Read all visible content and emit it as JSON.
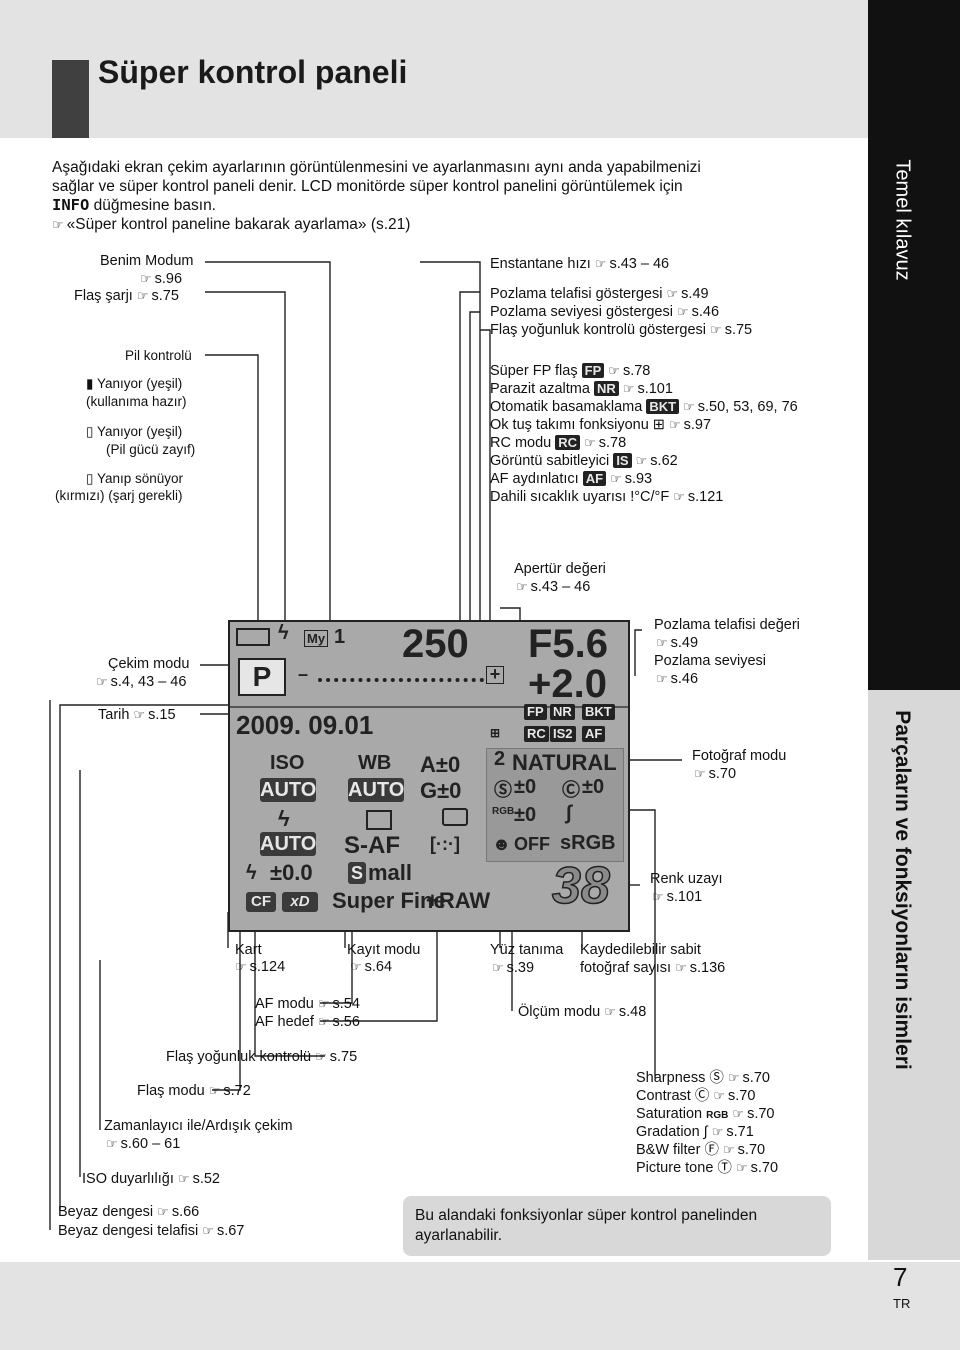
{
  "header": {
    "title": "Süper kontrol paneli"
  },
  "intro": {
    "line1": "Aşağıdaki ekran çekim ayarlarının görüntülenmesini ve ayarlanmasını aynı anda yapabilmenizi",
    "line2": "sağlar ve süper kontrol paneli denir. LCD monitörde süper kontrol panelini görüntülemek için",
    "line3_key": "INFO",
    "line3_rest": " düğmesine basın.",
    "line4": "«Süper kontrol paneline bakarak ayarlama» (s.21)"
  },
  "sidebar": {
    "top_label": "Temel kılavuz",
    "bottom_label": "Parçaların ve fonksiyonların isimleri"
  },
  "footer": {
    "page_number": "7",
    "language": "TR"
  },
  "note": "Bu alandaki fonksiyonlar süper kontrol panelinden ayarlanabilir.",
  "left_labels": {
    "benim_modum": "Benim Modum",
    "benim_modum_ref": "s.96",
    "flas_sarji": "Flaş şarjı",
    "flas_sarji_ref": "s.75",
    "pil_kontrolu": "Pil kontrolü",
    "pil1_a": "Yanıyor (yeşil)",
    "pil1_b": "(kullanıma hazır)",
    "pil2_a": "Yanıyor (yeşil)",
    "pil2_b": "(Pil gücü zayıf)",
    "pil3_a": "Yanıp sönüyor",
    "pil3_b": "(kırmızı) (şarj gerekli)",
    "cekim_modu": "Çekim modu",
    "cekim_modu_ref": "s.4, 43 – 46",
    "tarih": "Tarih",
    "tarih_ref": "s.15",
    "kart": "Kart",
    "kart_ref": "s.124",
    "kayit_modu": "Kayıt modu",
    "kayit_modu_ref": "s.64",
    "af_modu": "AF modu",
    "af_modu_ref": "s.54",
    "af_hedef": "AF hedef",
    "af_hedef_ref": "s.56",
    "flas_yogunluk": "Flaş yoğunluk kontrolü",
    "flas_yogunluk_ref": "s.75",
    "flas_modu": "Flaş modu",
    "flas_modu_ref": "s.72",
    "zamanlayici": "Zamanlayıcı ile/Ardışık çekim",
    "zamanlayici_ref": "s.60 – 61",
    "iso": "ISO duyarlılığı",
    "iso_ref": "s.52",
    "beyaz": "Beyaz dengesi",
    "beyaz_ref": "s.66",
    "beyaz_telafi": "Beyaz dengesi telafisi",
    "beyaz_telafi_ref": "s.67"
  },
  "right_labels": {
    "enstantane": "Enstantane hızı",
    "enstantane_ref": "s.43 – 46",
    "pozlama_tel_g": "Pozlama telafisi göstergesi",
    "pozlama_tel_g_ref": "s.49",
    "pozlama_sev_g": "Pozlama seviyesi göstergesi",
    "pozlama_sev_g_ref": "s.46",
    "flas_yog_g": "Flaş yoğunluk kontrolü göstergesi",
    "flas_yog_g_ref": "s.75",
    "super_fp": "Süper FP flaş",
    "super_fp_ref": "s.78",
    "parazit": "Parazit azaltma",
    "parazit_ref": "s.101",
    "otomatik": "Otomatik basamaklama",
    "otomatik_ref": "s.50, 53, 69, 76",
    "ok_tus": "Ok tuş takımı fonksiyonu",
    "ok_tus_ref": "s.97",
    "rc": "RC modu",
    "rc_ref": "s.78",
    "goruntu": "Görüntü sabitleyici",
    "goruntu_ref": "s.62",
    "af_aydin": "AF aydınlatıcı",
    "af_aydin_ref": "s.93",
    "dahili": "Dahili sıcaklık uyarısı",
    "dahili_ref": "s.121",
    "apertur": "Apertür değeri",
    "apertur_ref": "s.43 – 46",
    "poz_tel_deg": "Pozlama telafisi değeri",
    "poz_tel_deg_ref": "s.49",
    "poz_sev": "Pozlama seviyesi",
    "poz_sev_ref": "s.46",
    "fotograf": "Fotoğraf modu",
    "fotograf_ref": "s.70",
    "renk": "Renk uzayı",
    "renk_ref": "s.101",
    "yuz": "Yüz tanıma",
    "yuz_ref": "s.39",
    "kaydedilebilir_a": "Kaydedilebilir sabit",
    "kaydedilebilir_b": "fotoğraf sayısı",
    "kaydedilebilir_ref": "s.136",
    "olcum": "Ölçüm modu",
    "olcum_ref": "s.48",
    "sharpness": "Sharpness",
    "sharpness_ref": "s.70",
    "contrast": "Contrast",
    "contrast_ref": "s.70",
    "saturation": "Saturation",
    "saturation_ref": "s.70",
    "gradation": "Gradation",
    "gradation_ref": "s.71",
    "bw": "B&W filter",
    "bw_ref": "s.70",
    "picture_tone": "Picture tone",
    "picture_tone_ref": "s.70"
  },
  "panel": {
    "shutter": "250",
    "aperture": "F5.6",
    "exp_comp": "+2.0",
    "mode": "P",
    "my": "My",
    "my_num": "1",
    "date": "2009. 09.01",
    "iso": "ISO",
    "iso_val": "AUTO",
    "wb": "WB",
    "wb_val": "AUTO",
    "a_val": "A±0",
    "g_val": "G±0",
    "flash_val": "AUTO",
    "af_mode": "S-AF",
    "flash_comp": "±0.0",
    "small": "mall",
    "small_s": "S",
    "quality": "Super Fine",
    "raw": "+RAW",
    "picture_mode": "NATURAL",
    "pm_num": "2",
    "sharp_val": "±0",
    "contrast_val": "±0",
    "sat_val": "±0",
    "face": "OFF",
    "color_space": "sRGB",
    "count": "38",
    "card": "CF",
    "xd": "xD",
    "fp": "FP",
    "nr": "NR",
    "bkt": "BKT",
    "rc": "RC",
    "is": "IS",
    "is_num": "2",
    "af": "AF",
    "rgb": "RGB",
    "minus": "–",
    "plus": "+"
  },
  "icons": {
    "pointer": "☞"
  }
}
